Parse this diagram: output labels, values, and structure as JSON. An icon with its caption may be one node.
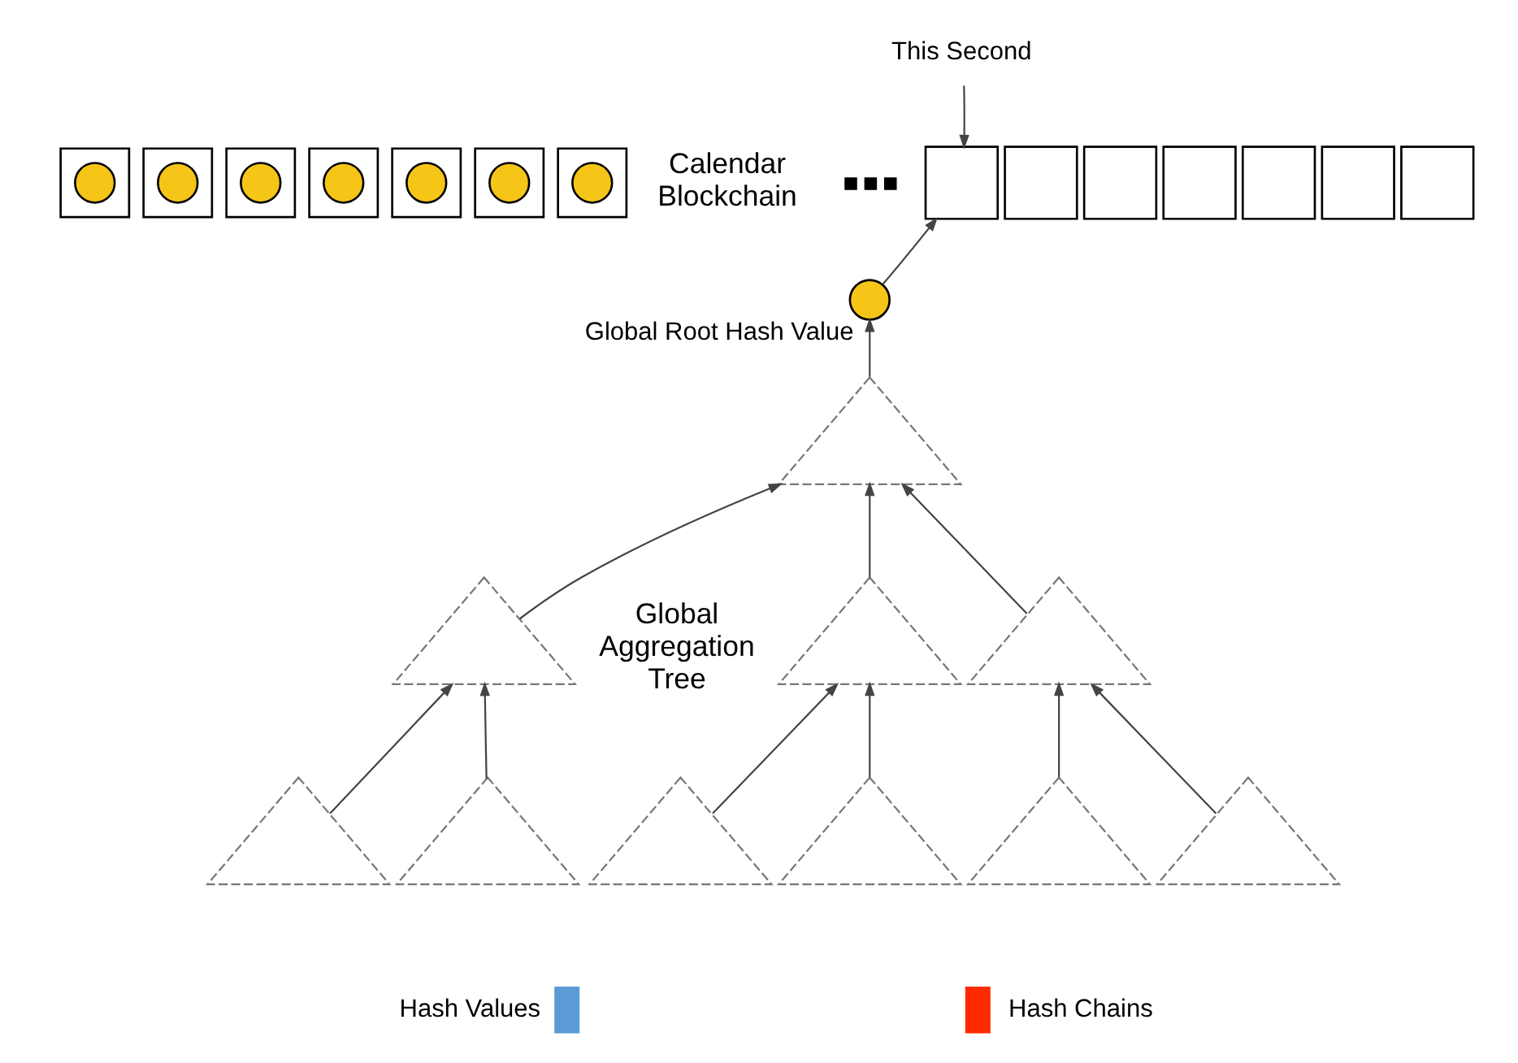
{
  "diagram": {
    "nodes": [
      {
        "text": [
          "This Second"
        ]
      },
      {
        "text": [],
        "shape": "box"
      },
      {
        "text": [],
        "shape": "circle",
        "in": 1
      },
      {
        "text": [],
        "shape": "box"
      },
      {
        "text": [],
        "shape": "circle",
        "in": 3
      },
      {
        "text": [],
        "shape": "box"
      },
      {
        "text": [],
        "shape": "circle",
        "in": 5
      },
      {
        "text": [],
        "shape": "box"
      },
      {
        "text": [],
        "shape": "circle",
        "in": 7
      },
      {
        "text": [],
        "shape": "box"
      },
      {
        "text": [],
        "shape": "circle",
        "in": 9
      },
      {
        "text": [],
        "shape": "box"
      },
      {
        "text": [],
        "shape": "circle",
        "in": 11
      },
      {
        "text": [],
        "shape": "box"
      },
      {
        "text": [],
        "shape": "circle",
        "in": 13
      },
      {
        "text": [],
        "shape": "box"
      },
      {
        "text": [],
        "shape": "box"
      },
      {
        "text": [],
        "shape": "box"
      },
      {
        "text": [],
        "shape": "box"
      },
      {
        "text": [],
        "shape": "box"
      },
      {
        "text": [],
        "shape": "box"
      },
      {
        "text": [],
        "shape": "box"
      },
      {
        "text": [],
        "shape": "circle",
        "beside": [
          "Global Root Hash Value"
        ]
      },
      {
        "text": [],
        "shape": "triangle"
      },
      {
        "text": [],
        "shape": "triangle"
      },
      {
        "text": [],
        "shape": "triangle"
      },
      {
        "text": [],
        "shape": "triangle"
      },
      {
        "text": [],
        "shape": "triangle"
      },
      {
        "text": [],
        "shape": "triangle"
      },
      {
        "text": [],
        "shape": "triangle"
      },
      {
        "text": [],
        "shape": "triangle"
      },
      {
        "text": [],
        "shape": "triangle"
      },
      {
        "text": [],
        "shape": "triangle"
      }
    ],
    "edges": [
      {
        "from": 0,
        "to": 15,
        "arrow": "to"
      },
      {
        "from": 22,
        "to": 15,
        "arrow": "to"
      },
      {
        "from": 23,
        "to": 22,
        "arrow": "to"
      },
      {
        "from": 24,
        "to": 23,
        "arrow": "to"
      },
      {
        "from": 25,
        "to": 23,
        "arrow": "to"
      },
      {
        "from": 26,
        "to": 23,
        "arrow": "to"
      },
      {
        "from": 27,
        "to": 24,
        "arrow": "to"
      },
      {
        "from": 28,
        "to": 24,
        "arrow": "to"
      },
      {
        "from": 29,
        "to": 25,
        "arrow": "to"
      },
      {
        "from": 30,
        "to": 25,
        "arrow": "to"
      },
      {
        "from": 31,
        "to": 26,
        "arrow": "to"
      },
      {
        "from": 32,
        "to": 26,
        "arrow": "to"
      }
    ],
    "labels": [
      "Calendar Blockchain",
      "Global Aggregation Tree"
    ],
    "legend": [
      {
        "text": "Hash Values",
        "color": "#5b9bd5"
      },
      {
        "text": "Hash Chains",
        "color": "#ff2a00"
      }
    ]
  }
}
